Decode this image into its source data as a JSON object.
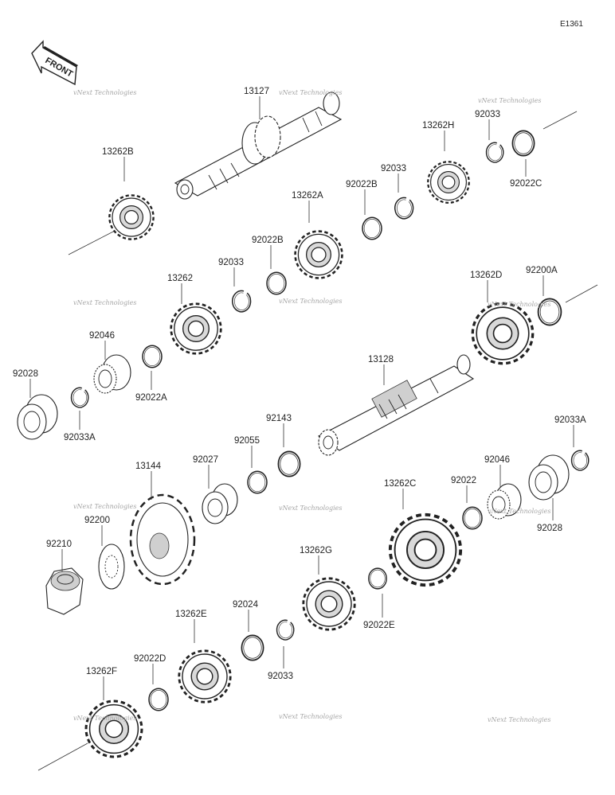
{
  "diagram_code": "E1361",
  "front_badge": "FRONT",
  "watermark": "vNext Technologies",
  "labels": {
    "p13127": "13127",
    "p13262B": "13262B",
    "p13262H": "13262H",
    "p92033_top": "92033",
    "p92033_b": "92033",
    "p92022B_a": "92022B",
    "p92022C": "92022C",
    "p13262A": "13262A",
    "p92022B_b": "92022B",
    "p92033_c": "92033",
    "p13262": "13262",
    "p13262D": "13262D",
    "p92200A": "92200A",
    "p92046_a": "92046",
    "p92028_a": "92028",
    "p92022A": "92022A",
    "p92033A_a": "92033A",
    "p13128": "13128",
    "p92143": "92143",
    "p92055": "92055",
    "p92027": "92027",
    "p13144": "13144",
    "p92033A_b": "92033A",
    "p92046_b": "92046",
    "p92022": "92022",
    "p13262C": "13262C",
    "p92028_b": "92028",
    "p92200": "92200",
    "p92210": "92210",
    "p13262G": "13262G",
    "p92022E": "92022E",
    "p92024": "92024",
    "p13262E": "13262E",
    "p92033_d": "92033",
    "p92022D": "92022D",
    "p13262F": "13262F"
  }
}
